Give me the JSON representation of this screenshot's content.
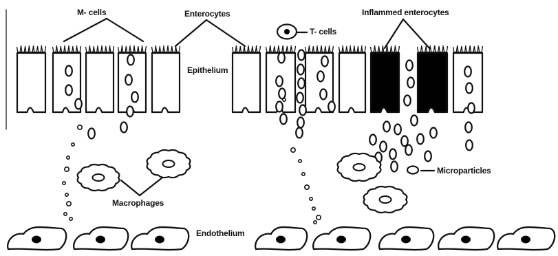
{
  "labels": {
    "m_cells": "M- cells",
    "enterocytes": "Enterocytes",
    "t_cells": "T- cells",
    "inflamed_enterocytes": "Inflammed enterocytes",
    "epithelium": "Epithelium",
    "microparticles": "Microparticles",
    "macrophages": "Macrophages",
    "endothelium": "Endothelium"
  },
  "colors": {
    "stroke": "#111111",
    "inflamed_fill": "#000000",
    "background": "#ffffff"
  }
}
